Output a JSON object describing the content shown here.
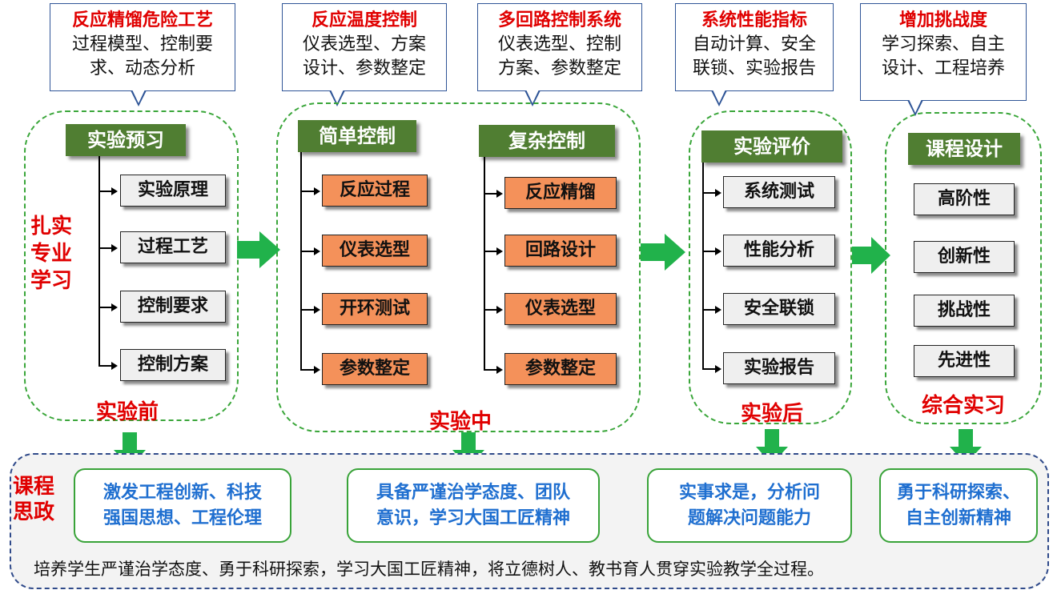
{
  "callouts": [
    {
      "title": "反应精馏危险工艺",
      "line1": "过程模型、控制要",
      "line2": "求、动态分析"
    },
    {
      "title": "反应温度控制",
      "line1": "仪表选型、方案",
      "line2": "设计、参数整定"
    },
    {
      "title": "多回路控制系统",
      "line1": "仪表选型、控制",
      "line2": "方案、参数整定"
    },
    {
      "title": "系统性能指标",
      "line1": "自动计算、安全",
      "line2": "联锁、实验报告"
    },
    {
      "title": "增加挑战度",
      "line1": "学习探索、自主",
      "line2": "设计、工程培养"
    }
  ],
  "side_label": [
    "扎实",
    "专业",
    "学习"
  ],
  "stage1": {
    "header": "实验预习",
    "items": [
      "实验原理",
      "过程工艺",
      "控制要求",
      "控制方案"
    ],
    "label": "实验前"
  },
  "stage2": {
    "simple": {
      "header": "简单控制",
      "items": [
        "反应过程",
        "仪表选型",
        "开环测试",
        "参数整定"
      ]
    },
    "complex": {
      "header": "复杂控制",
      "items": [
        "反应精馏",
        "回路设计",
        "仪表选型",
        "参数整定"
      ]
    },
    "label": "实验中"
  },
  "stage3": {
    "header": "实验评价",
    "items": [
      "系统测试",
      "性能分析",
      "安全联锁",
      "实验报告"
    ],
    "label": "实验后"
  },
  "stage4": {
    "header": "课程设计",
    "items": [
      "高阶性",
      "创新性",
      "挑战性",
      "先进性"
    ],
    "label": "综合实习"
  },
  "ideology": {
    "label": [
      "课程",
      "思政"
    ],
    "boxes": [
      {
        "line1": "激发工程创新、科技",
        "line2": "强国思想、工程伦理"
      },
      {
        "line1": "具备严谨治学态度、团队",
        "line2": "意识，学习大国工匠精神"
      },
      {
        "line1": "实事求是，分析问",
        "line2": "题解决问题能力"
      },
      {
        "line1": "勇于科研探索、",
        "line2": "自主创新精神"
      }
    ],
    "summary": "培养学生严谨治学态度、勇于科研探索，学习大国工匠精神，将立德树人、教书育人贯穿实验教学全过程。"
  },
  "colors": {
    "head_green": "#507e32",
    "item_orange": "#f4915a",
    "item_gray": "#efefef",
    "title_red": "#e00000",
    "text_blue": "#1f6fd0",
    "arrow_green": "#21b24b"
  }
}
